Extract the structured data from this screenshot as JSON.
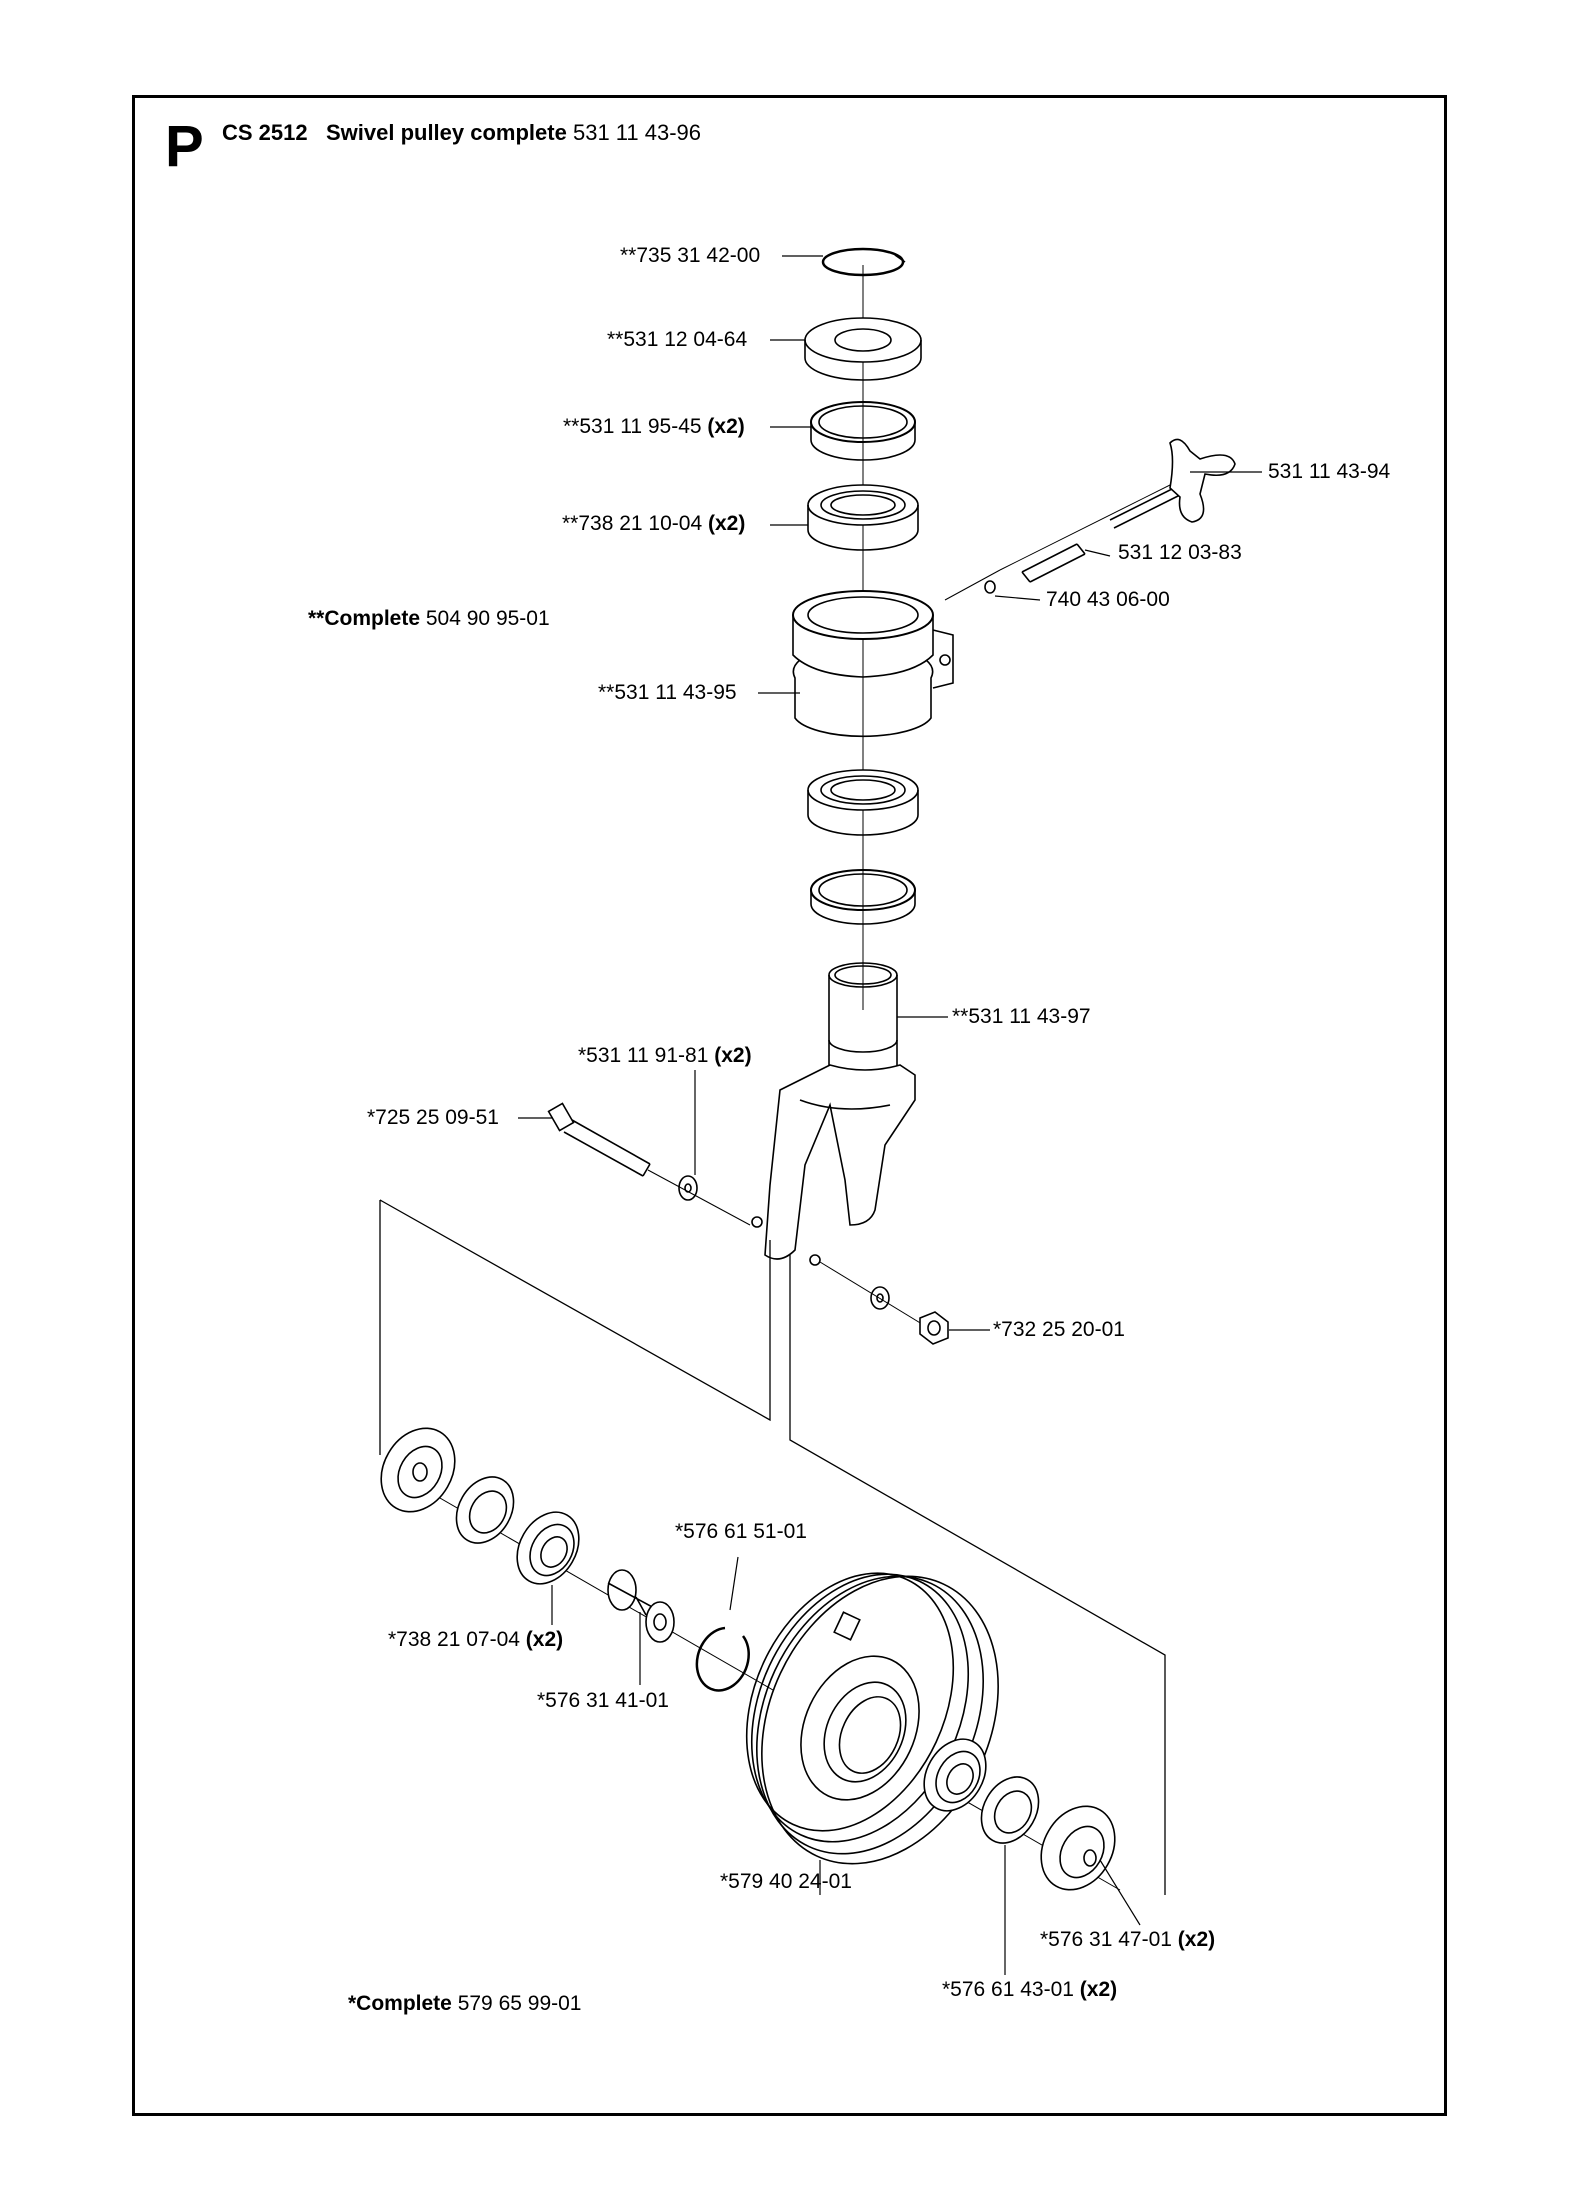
{
  "header": {
    "section_letter": "P",
    "model": "CS 2512",
    "title": "Swivel pulley complete",
    "part_number": "531 11 43-96"
  },
  "groups": {
    "upper": {
      "label": "**Complete",
      "part": "504 90 95-01"
    },
    "lower": {
      "label": "*Complete",
      "part": "579 65 99-01"
    }
  },
  "parts": [
    {
      "id": "p1",
      "part": "**735 31 42-00",
      "qty": ""
    },
    {
      "id": "p2",
      "part": "**531 12 04-64",
      "qty": ""
    },
    {
      "id": "p3",
      "part": "**531 11 95-45",
      "qty": "(x2)"
    },
    {
      "id": "p4",
      "part": "**738 21 10-04",
      "qty": "(x2)"
    },
    {
      "id": "p5",
      "part": "531 11 43-94",
      "qty": ""
    },
    {
      "id": "p6",
      "part": "531 12 03-83",
      "qty": ""
    },
    {
      "id": "p7",
      "part": "740 43 06-00",
      "qty": ""
    },
    {
      "id": "p8",
      "part": "**531 11 43-95",
      "qty": ""
    },
    {
      "id": "p9",
      "part": "**531 11 43-97",
      "qty": ""
    },
    {
      "id": "p10",
      "part": "*531 11 91-81",
      "qty": "(x2)"
    },
    {
      "id": "p11",
      "part": "*725 25 09-51",
      "qty": ""
    },
    {
      "id": "p12",
      "part": "*732 25 20-01",
      "qty": ""
    },
    {
      "id": "p13",
      "part": "*576 61 51-01",
      "qty": ""
    },
    {
      "id": "p14",
      "part": "*738 21 07-04",
      "qty": "(x2)"
    },
    {
      "id": "p15",
      "part": "*576 31 41-01",
      "qty": ""
    },
    {
      "id": "p16",
      "part": "*579 40 24-01",
      "qty": ""
    },
    {
      "id": "p17",
      "part": "*576 31 47-01",
      "qty": "(x2)"
    },
    {
      "id": "p18",
      "part": "*576 61 43-01",
      "qty": "(x2)"
    }
  ]
}
